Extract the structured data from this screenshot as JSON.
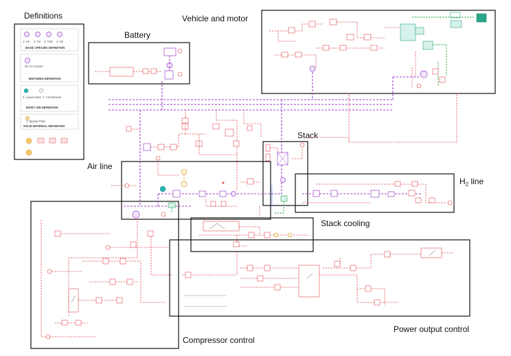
{
  "sections": {
    "definitions": "Definitions",
    "vehicle_motor": "Vehicle and motor",
    "battery": "Battery",
    "stack": "Stack",
    "air_line": "Air line",
    "h2_line_main": "H",
    "h2_line_sub": "2",
    "h2_line_tail": " line",
    "stack_cooling": "Stack cooling",
    "compressor_control": "Compressor control",
    "power_output_control": "Power output control"
  },
  "legend": {
    "gas_items": [
      "1: H2",
      "2: O2",
      "3: H2O",
      "4: N2"
    ],
    "gas_title": "BASIC SPECIES DEFINITION",
    "mixture_item": "20: Air mixture",
    "mixture_title": "MIXTURES DEFINITION",
    "moist_items": [
      "8: Liquid water",
      "7: Condensate"
    ],
    "moist_title": "MOIST AIR DEFINITION",
    "solid_item": "1: Bipolar Plate",
    "solid_title": "SOLID MATERIAL DEFINITION"
  },
  "colors": {
    "signal_line": "#e0484f",
    "electric_line": "#9b3fc9",
    "coolant_line": "#2aa84a",
    "water_line": "#3a7bd5",
    "region_border": "#111111"
  }
}
